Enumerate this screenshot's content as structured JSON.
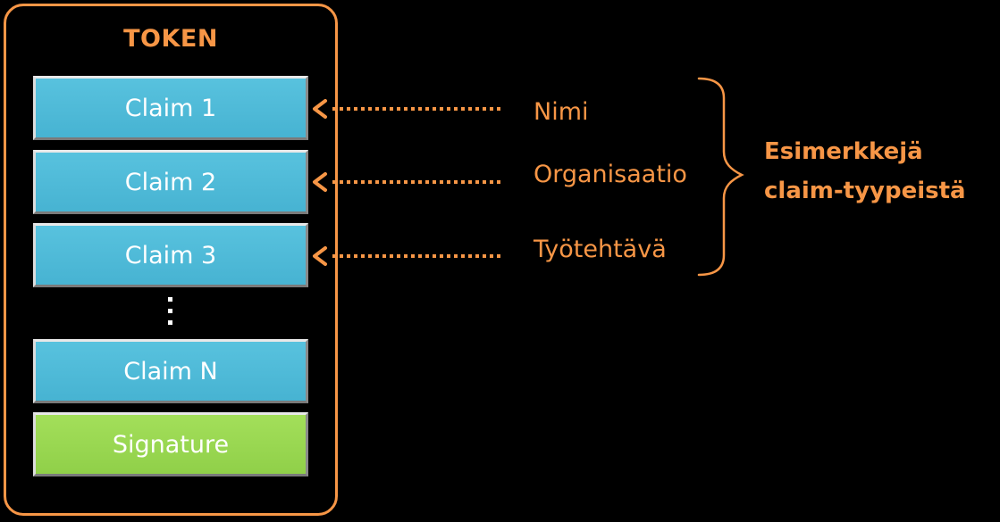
{
  "token": {
    "title": "TOKEN",
    "claims": [
      {
        "label": "Claim 1"
      },
      {
        "label": "Claim 2"
      },
      {
        "label": "Claim 3"
      },
      {
        "label": "Claim N"
      }
    ],
    "signature": "Signature"
  },
  "examples": {
    "items": [
      "Nimi",
      "Organisaatio",
      "Työtehtävä"
    ],
    "summary_line1": "Esimerkkejä",
    "summary_line2": "claim-tyypeistä"
  },
  "colors": {
    "accent": "#f79646",
    "claim_fill": "#4bb8d6",
    "signature_fill": "#92d050",
    "background": "#000000"
  }
}
